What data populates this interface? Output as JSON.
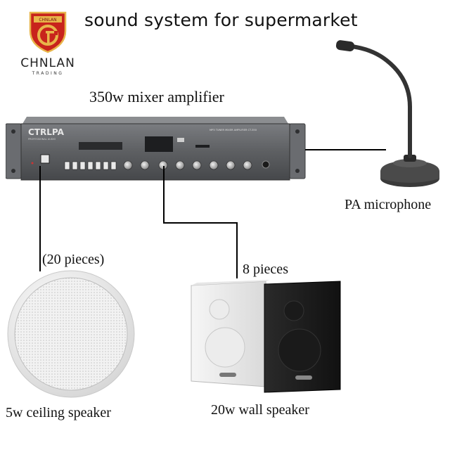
{
  "header": {
    "title": "sound system for supermarket"
  },
  "logo": {
    "shield_text": "CHNLAN",
    "brand": "CHNLAN",
    "sub": "TRADING"
  },
  "amplifier": {
    "label": "350w mixer amplifier",
    "front_brand": "CTRLPA",
    "front_sub": "PROFESSIONAL AUDIO",
    "model_text": "MP3 TUNER MIXER AMPLIFIER  CT-350"
  },
  "microphone": {
    "label": "PA microphone"
  },
  "ceiling_speaker": {
    "quantity": "(20 pieces)",
    "label": "5w ceiling speaker"
  },
  "wall_speaker": {
    "quantity": "8 pieces",
    "label": "20w wall speaker"
  },
  "colors": {
    "logo_red": "#c8241c",
    "logo_gold": "#e8b54a",
    "amp_body": "#5d5f62",
    "wire": "#000000"
  }
}
